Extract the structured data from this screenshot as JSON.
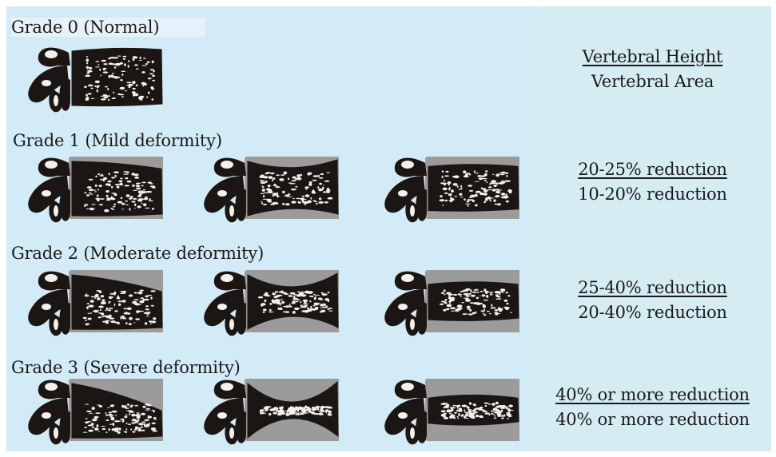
{
  "grades": [
    {
      "title": "Grade 0 (Normal)",
      "measures": {
        "height": "Vertebral Height",
        "area": "Vertebral Area"
      },
      "vertebrae": [
        {
          "deformity": "normal",
          "shadow": false
        }
      ]
    },
    {
      "title": "Grade 1 (Mild deformity)",
      "measures": {
        "height": "20-25% reduction",
        "area": "10-20% reduction"
      },
      "vertebrae": [
        {
          "deformity": "wedge",
          "shadow": true
        },
        {
          "deformity": "biconcave",
          "shadow": true
        },
        {
          "deformity": "crush",
          "shadow": true
        }
      ]
    },
    {
      "title": "Grade 2 (Moderate deformity)",
      "measures": {
        "height": "25-40% reduction",
        "area": "20-40% reduction"
      },
      "vertebrae": [
        {
          "deformity": "wedge",
          "shadow": true
        },
        {
          "deformity": "biconcave",
          "shadow": true
        },
        {
          "deformity": "crush",
          "shadow": true
        }
      ]
    },
    {
      "title": "Grade 3 (Severe deformity)",
      "measures": {
        "height": "40% or more reduction",
        "area": "40% or more reduction"
      },
      "vertebrae": [
        {
          "deformity": "wedge",
          "shadow": true
        },
        {
          "deformity": "biconcave",
          "shadow": true
        },
        {
          "deformity": "crush",
          "shadow": true
        }
      ]
    }
  ],
  "colors": {
    "left_panel": "#d3ebf6",
    "right_panel": "#d6ecf3",
    "bone": "#1b1614",
    "bone_highlight": "#f3f1ee",
    "shadow": "#9b9b9b"
  }
}
